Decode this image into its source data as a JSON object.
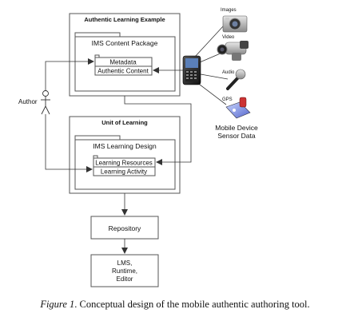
{
  "boxes": {
    "authentic_example": "Authentic Learning Example",
    "ims_content_package": "IMS Content Package",
    "metadata": "Metadata",
    "authentic_content": "Authentic Content",
    "unit_of_learning": "Unit of Learning",
    "ims_learning_design": "IMS Learning Design",
    "learning_resources": "Learning Resources",
    "learning_activity": "Learning Activity",
    "repository": "Repository",
    "lms_line1": "LMS,",
    "lms_line2": "Runtime,",
    "lms_line3": "Editor"
  },
  "actor": {
    "label": "Author"
  },
  "devices": {
    "images": "Images",
    "video": "Video",
    "audio": "Audio",
    "gps": "GPS",
    "sensor_line1": "Mobile Device",
    "sensor_line2": "Sensor Data"
  },
  "caption": {
    "figure": "Figure 1",
    "text": ". Conceptual design of the mobile authentic authoring tool."
  }
}
